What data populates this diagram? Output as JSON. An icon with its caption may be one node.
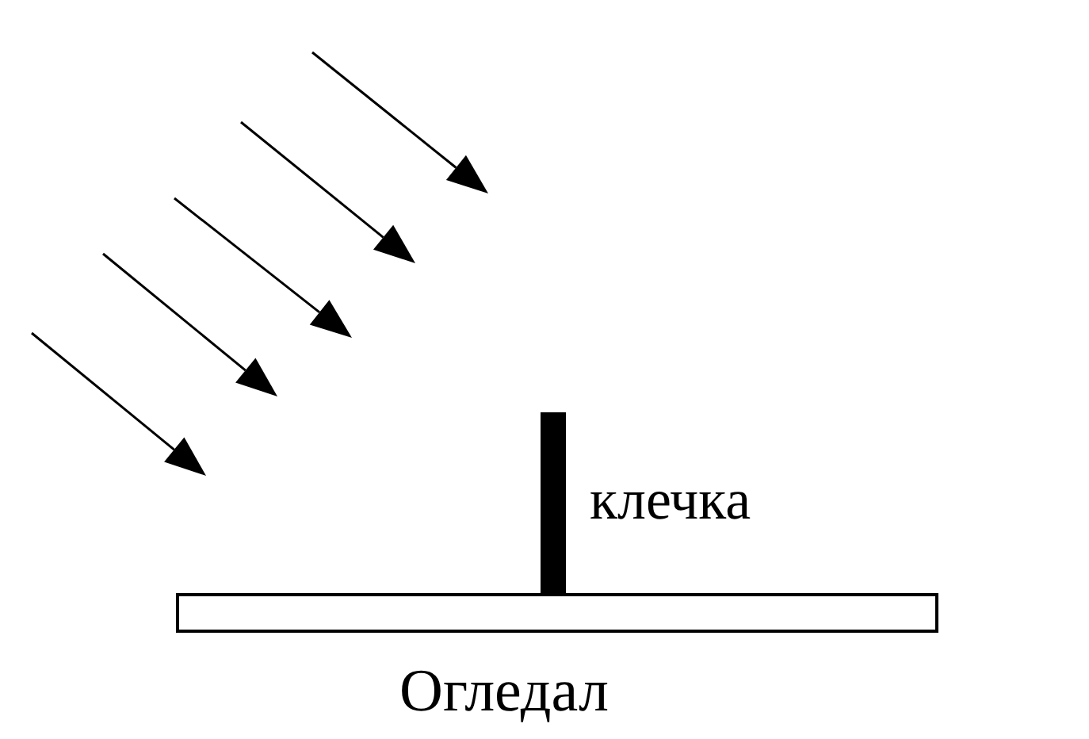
{
  "diagram": {
    "nodes": [
      {
        "text": [],
        "shape": "bar",
        "beside": [
          "клечка"
        ]
      },
      {
        "text": [],
        "shape": "box",
        "beside": [
          "Огледал"
        ]
      }
    ]
  }
}
